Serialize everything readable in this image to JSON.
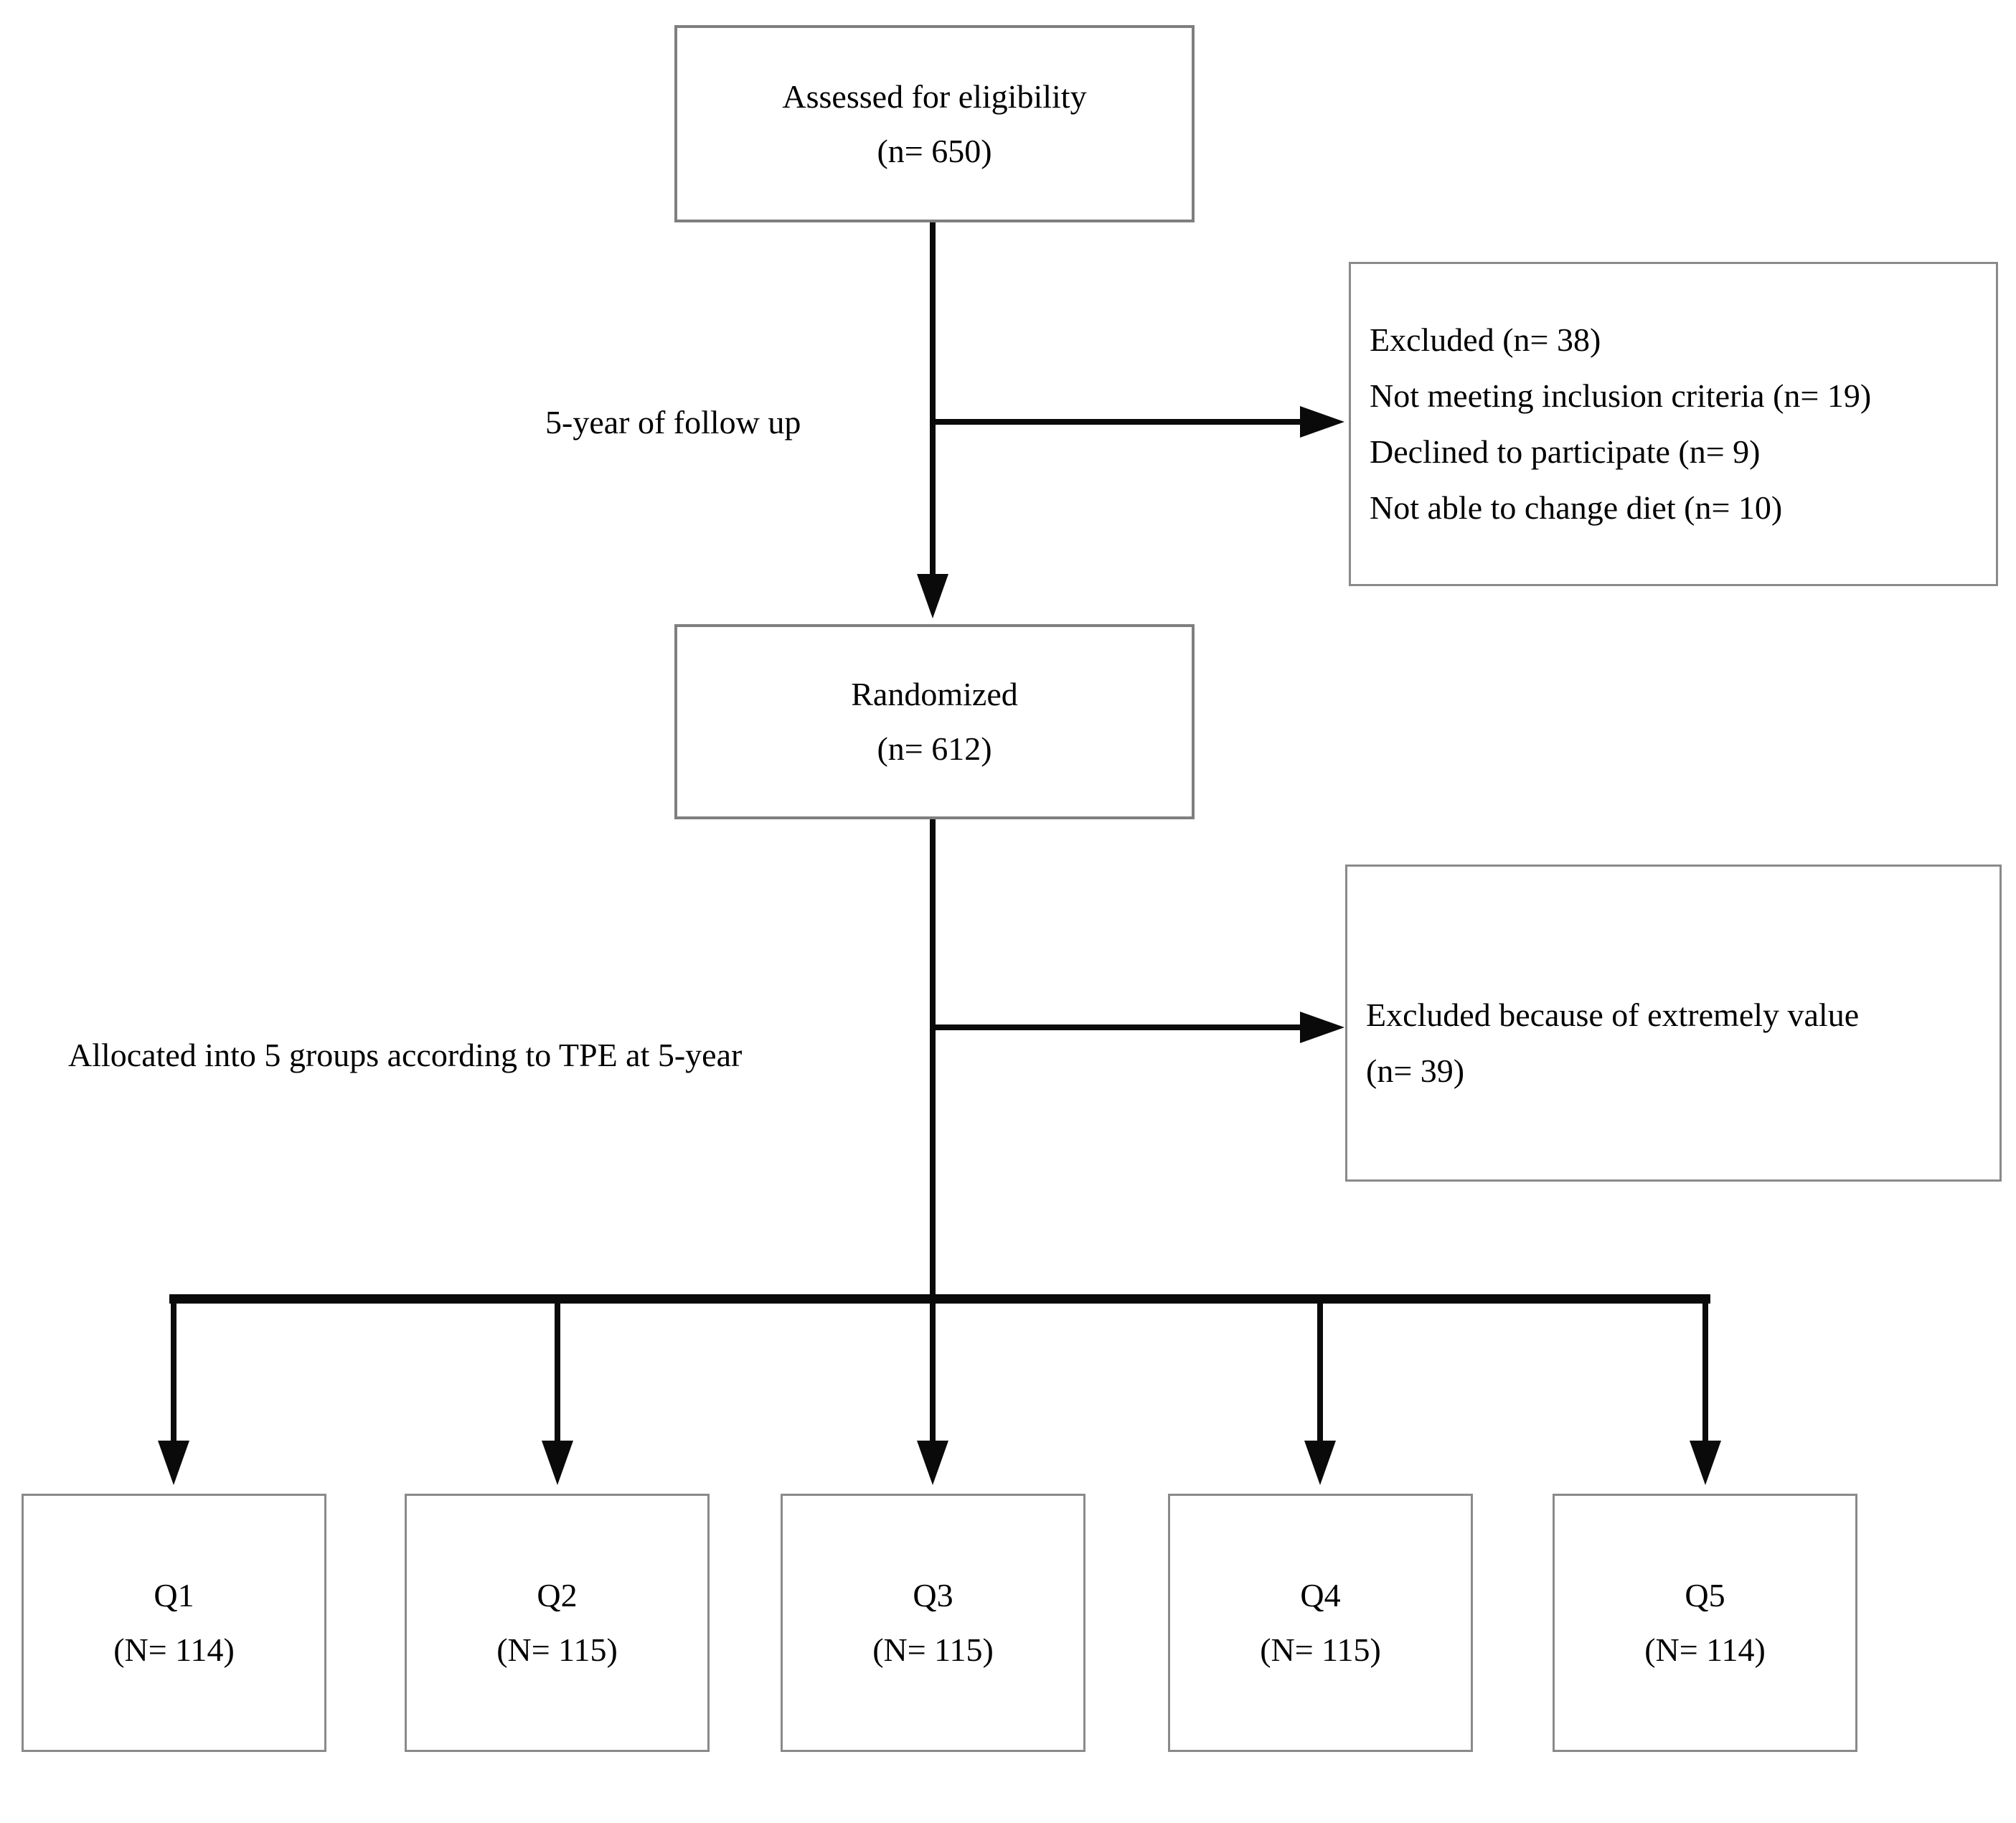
{
  "diagram": {
    "assessed": {
      "line1": "Assessed for eligibility",
      "line2": "(n= 650)"
    },
    "followup_label": "5-year of follow up",
    "excluded": {
      "lines": [
        "Excluded (n= 38)",
        "Not meeting inclusion criteria (n= 19)",
        "Declined to participate (n= 9)",
        "Not able to change diet (n= 10)"
      ]
    },
    "randomized": {
      "line1": "Randomized",
      "line2": "(n= 612)"
    },
    "allocated_label": "Allocated into 5 groups according to TPE at 5-year",
    "excluded_extreme": {
      "line1": "Excluded because of extremely value",
      "line2": "(n= 39)"
    },
    "groups": [
      {
        "label": "Q1",
        "n": "(N= 114)"
      },
      {
        "label": "Q2",
        "n": "(N= 115)"
      },
      {
        "label": "Q3",
        "n": "(N= 115)"
      },
      {
        "label": "Q4",
        "n": "(N= 115)"
      },
      {
        "label": "Q5",
        "n": "(N= 114)"
      }
    ],
    "colors": {
      "background": "#ffffff",
      "box_border": "#7f7f7f",
      "connector": "#0a0a0a",
      "text": "#000000"
    }
  }
}
